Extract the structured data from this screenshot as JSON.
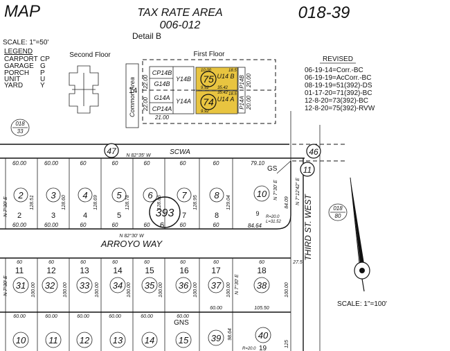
{
  "header": {
    "map_label": "MAP",
    "title_line1": "TAX RATE AREA",
    "title_line2": "006-012",
    "detail": "Detail B",
    "book_page": "018-39"
  },
  "scale_top": "SCALE: 1\"=50'",
  "scale_bottom": "SCALE: 1\"=100'",
  "legend": {
    "title": "LEGEND",
    "items": [
      {
        "name": "CARPORT",
        "code": "CP"
      },
      {
        "name": "GARAGE",
        "code": "G"
      },
      {
        "name": "PORCH",
        "code": "P"
      },
      {
        "name": "UNIT",
        "code": "U"
      },
      {
        "name": "YARD",
        "code": "Y"
      }
    ]
  },
  "detail_labels": {
    "second_floor": "Second Floor",
    "first_floor": "First Floor",
    "common_area": "Common Area",
    "lot_14": "14",
    "units": [
      "CP14B",
      "G14B",
      "G14A",
      "CP14A",
      "Y14B",
      "Y14A",
      "P14B",
      "P14A",
      "U14 B",
      "U14 A"
    ],
    "highlight_numbers": [
      "75",
      "74"
    ],
    "dims": [
      "22.00",
      "22.00",
      "21.00",
      "10.00",
      "20.00",
      "20.00",
      "18.5",
      "18.5",
      "35.42",
      "35.42",
      "9.92",
      "9.92"
    ],
    "highlight_color": "#e8c440"
  },
  "revised": {
    "title": "REVISED",
    "entries": [
      "06-19-14=Corr.-BC",
      "06-19-19=AcCorr.-BC",
      "08-19-19=51(392)-DS",
      "01-17-20=71(392)-BC",
      "12-8-20=73(392)-BC",
      "12-8-20=75(392)-RVW"
    ]
  },
  "page_refs": [
    {
      "top": "018",
      "bottom": "33"
    },
    {
      "top": "018",
      "bottom": "80"
    }
  ],
  "streets": {
    "scwa": "SCWA",
    "scwa_bearing": "N 82°35' W",
    "arroyo_way": "ARROYO WAY",
    "arroyo_bearing": "N 82°30' W",
    "third_st": "THIRD ST. WEST"
  },
  "markers": [
    "47",
    "46",
    "11",
    "GS",
    "GNS",
    "393"
  ],
  "curve": {
    "r": "R=20.0",
    "l": "L=31.52"
  },
  "upper_block": {
    "top_dims": [
      "60.00",
      "60.00",
      "60",
      "60",
      "60",
      "60",
      "60",
      "79.10"
    ],
    "bottom_dims": [
      "60.00",
      "60.00",
      "60",
      "60",
      "60",
      "60",
      "60",
      "84.64"
    ],
    "depths": [
      "128.51",
      "128.60",
      "128.69",
      "128.78",
      "128.86",
      "128.95",
      "129.04",
      "84.09"
    ],
    "bearing": "N 7°30' E",
    "bearing_east": "N 7°12'42\" E",
    "circled": [
      "2",
      "3",
      "4",
      "5",
      "6",
      "7",
      "8",
      "10"
    ],
    "lots": [
      "2",
      "3",
      "4",
      "5",
      "6",
      "7",
      "8",
      "9"
    ]
  },
  "lower_block": {
    "top_dims": [
      "60",
      "60",
      "60",
      "60",
      "60",
      "60",
      "60",
      "60",
      "27.5"
    ],
    "mid_dims": [
      "60.00",
      "60.00",
      "60.00",
      "60.00",
      "60.00",
      "60.00",
      "60.00",
      "105.50"
    ],
    "lots": [
      "11",
      "12",
      "13",
      "14",
      "15",
      "16",
      "17",
      "18"
    ],
    "circled": [
      "31",
      "32",
      "33",
      "34",
      "35",
      "36",
      "37",
      "38"
    ],
    "depth": "100.00",
    "bottom_circled": [
      "10",
      "11",
      "12",
      "13",
      "14",
      "15",
      "39",
      "40"
    ],
    "extra_dims": [
      "98.64",
      "125"
    ],
    "r_small": "R=20.0",
    "bottom_lot": "19"
  }
}
